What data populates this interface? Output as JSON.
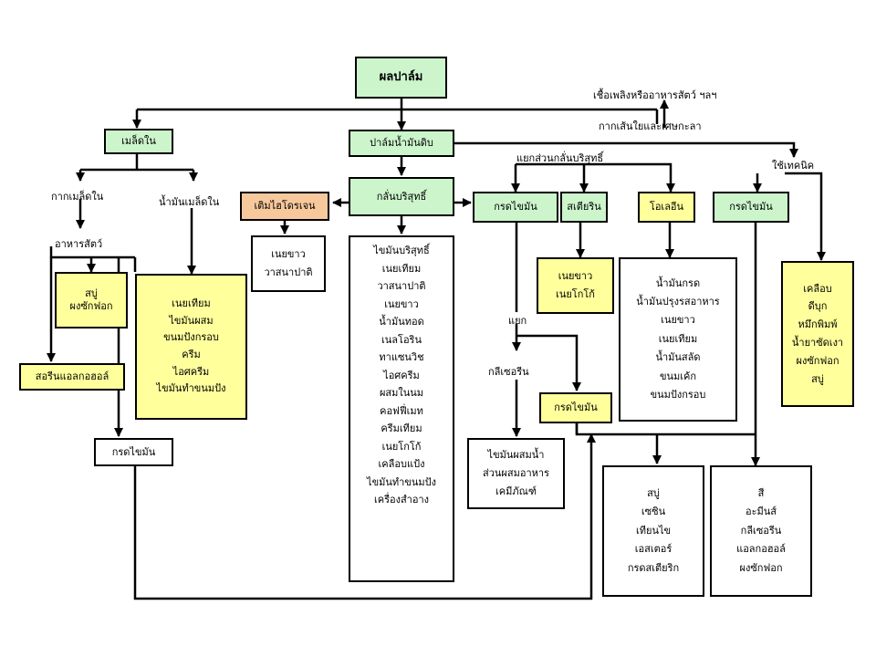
{
  "root": "ผลปาล์ม",
  "crude_oil": "ปาล์มน้ำมันดิบ",
  "refined": "กลั่นบริสุทธิ์",
  "kernel": "เมล็ดใน",
  "hydrogen": "เติมไฮโดรเจน",
  "fatty_acid_distillate": "กรดไขมัน",
  "fatty_acid_kernel": "กรดไขมัน",
  "fatty_acid_center": "กรดไขมัน",
  "fatty_acid_tech": "กรดไขมัน",
  "stearin": "สเตียริน",
  "olein": "โอเลอีน",
  "fiber_label": "กากเส้นใยและเศษกะลา",
  "fuel_label": "เชื้อเพลิงหรืออาหารสัตว์ ฯลฯ",
  "fractionate_label": "แยกส่วนกลั่นบริสุทธิ์",
  "tech_label": "ใช้เทคนิค",
  "kernel_cake_label": "กากเมล็ดใน",
  "kernel_oil_label": "น้ำมันเมล็ดใน",
  "animal_feed_label": "อาหารสัตว์",
  "separate_label": "แยก",
  "glycerin_label": "กลีเซอรีน",
  "soap_box": [
    "สบู่",
    "ผงซักฟอก"
  ],
  "alcohol_box": "สอรีนแอลกอฮอล์",
  "kernel_products": [
    "เนยเทียม",
    "ไขมันผสม",
    "ขนมปังกรอบ",
    "ครีม",
    "ไอศครีม",
    "ไขมันทำขนมปัง"
  ],
  "hydrogen_products": [
    "เนยขาว",
    "วาสนาปาติ"
  ],
  "refined_products": [
    "ไขมันบริสุทธิ์",
    "เนยเทียม",
    "วาสนาปาติ",
    "เนยขาว",
    "น้ำมันทอด",
    "เนลโอริน",
    "ทาแซนวิช",
    "ไอศครีม",
    "ผสมในนม",
    "คอฟฟี่เมท",
    "ครีมเทียม",
    "เนยโกโก้",
    "เคลือบแป้ง",
    "ไขมันทำขนมปัง",
    "เครื่องสำอาง"
  ],
  "stearin_products": [
    "เนยขาว",
    "เนยโกโก้"
  ],
  "olein_products": [
    "น้ำมันกรด",
    "น้ำมันปรุงรสอาหาร",
    "เนยขาว",
    "เนยเทียม",
    "น้ำมันสลัด",
    "ขนมเค้ก",
    "ขนมปังกรอบ"
  ],
  "tech_products": [
    "เคลือบ",
    "ดีบุก",
    "หมึกพิมพ์",
    "น้ำยาซัดเงา",
    "ผงซักฟอก",
    "สบู่"
  ],
  "glycerin_products": [
    "ไขมันผสมน้ำ",
    "ส่วนผสมอาหาร",
    "เคมีภัณฑ์"
  ],
  "soap_products": [
    "สบู่",
    "เซซิน",
    "เทียนไข",
    "เอสเตอร์",
    "กรดสเตียริก"
  ],
  "paint_products": [
    "สี",
    "อะมีนส์",
    "กลีเซอรีน",
    "แอลกอฮอล์",
    "ผงซักฟอก"
  ]
}
